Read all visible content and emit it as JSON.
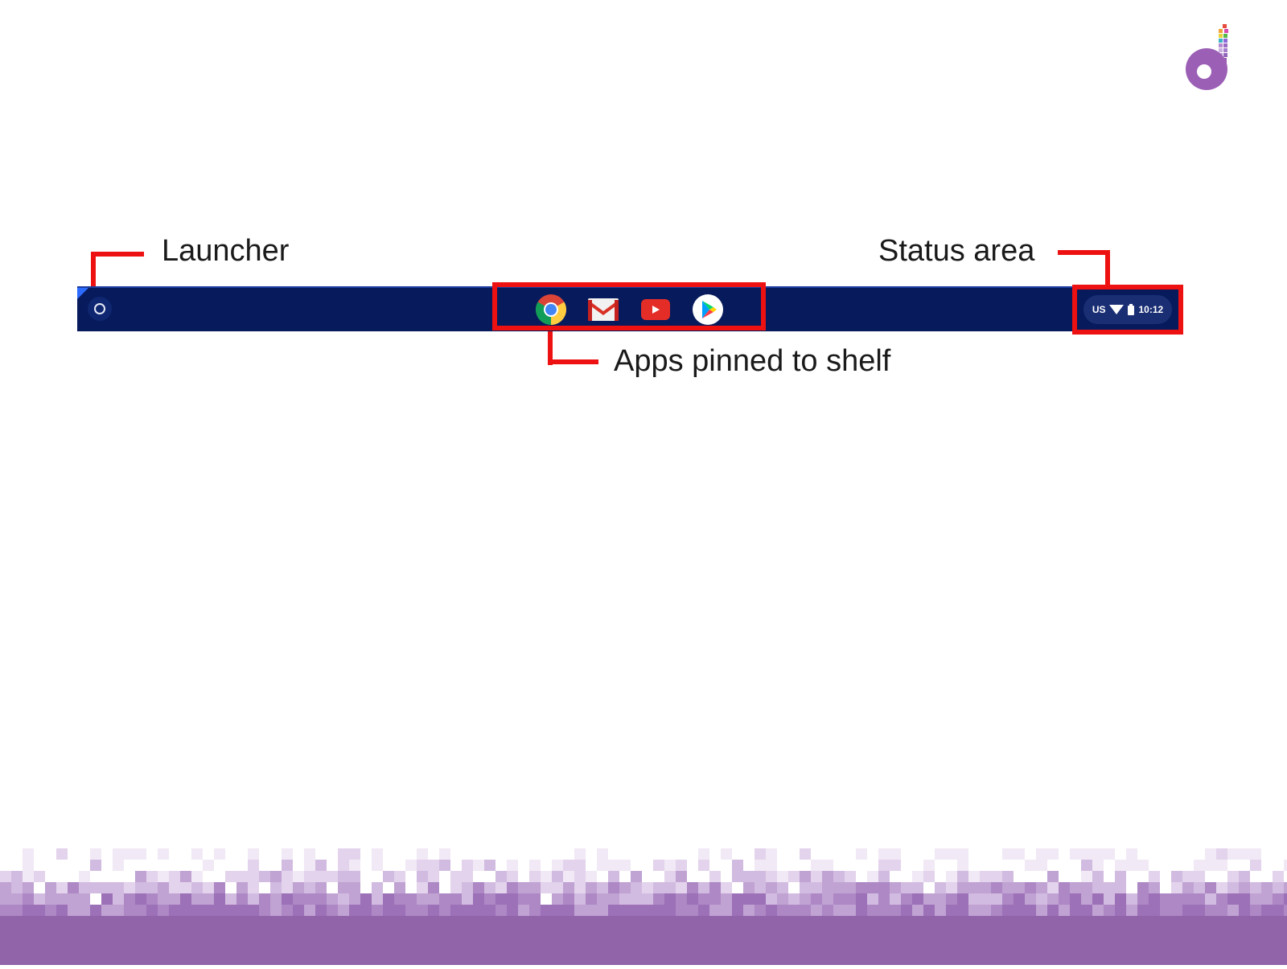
{
  "callouts": {
    "launcher": "Launcher",
    "status": "Status area",
    "apps": "Apps pinned to shelf"
  },
  "shelf": {
    "launcher_icon": "launcher-circle-icon",
    "pinned_apps": [
      {
        "name": "Chrome",
        "icon": "chrome-icon"
      },
      {
        "name": "Gmail",
        "icon": "gmail-icon"
      },
      {
        "name": "YouTube",
        "icon": "youtube-icon"
      },
      {
        "name": "Play Store",
        "icon": "play-store-icon"
      }
    ],
    "status": {
      "input_method": "US",
      "wifi_icon": "wifi-icon",
      "battery_icon": "battery-icon",
      "time": "10:12"
    }
  },
  "colors": {
    "shelf": "#061a5c",
    "highlight": "#ee1111",
    "brand_purple": "#9163a8"
  }
}
